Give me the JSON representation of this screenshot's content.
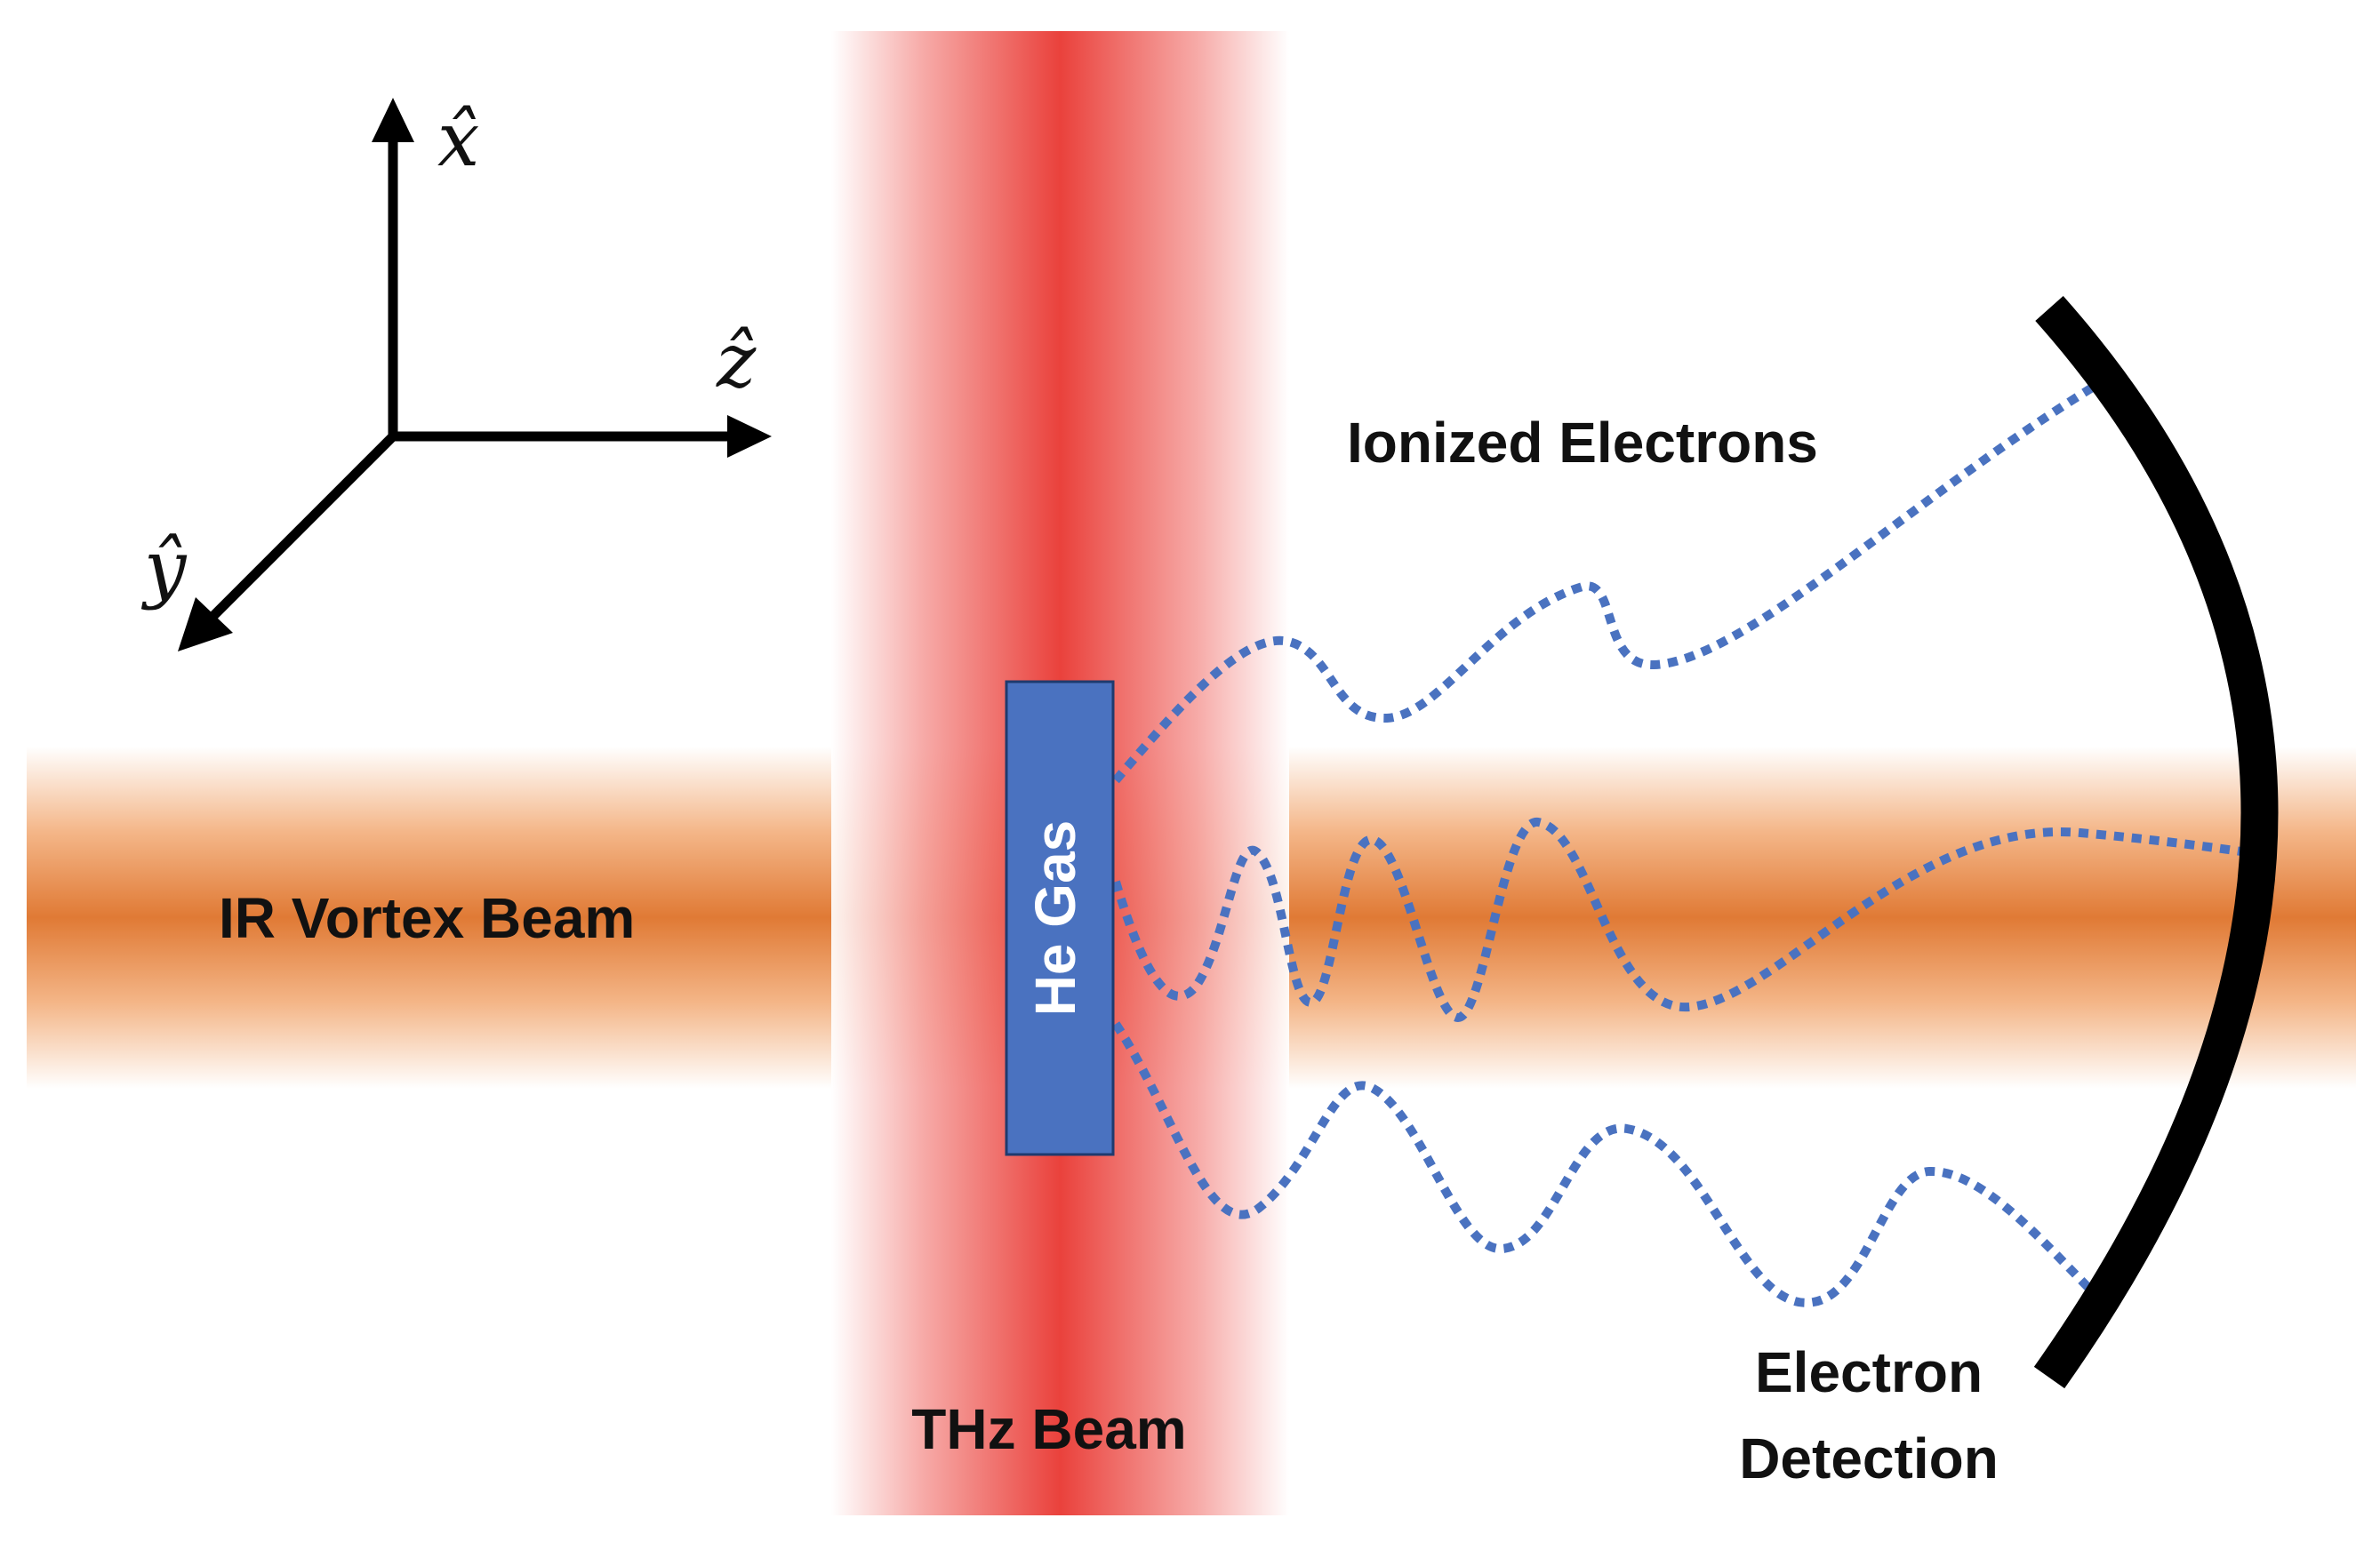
{
  "labels": {
    "ir_beam": "IR Vortex Beam",
    "thz_beam": "THz Beam",
    "gas": "He Gas",
    "ionized": "Ionized Electrons",
    "detection_line1": "Electron",
    "detection_line2": "Detection"
  },
  "axes": {
    "x": "x̂",
    "y": "ŷ",
    "z": "ẑ"
  },
  "colors": {
    "ir_beam_core": "#e07a35",
    "thz_beam_core": "#e8312b",
    "gas_fill": "#4a72c0",
    "electron_path": "#4a72c0",
    "detector": "#000000"
  }
}
